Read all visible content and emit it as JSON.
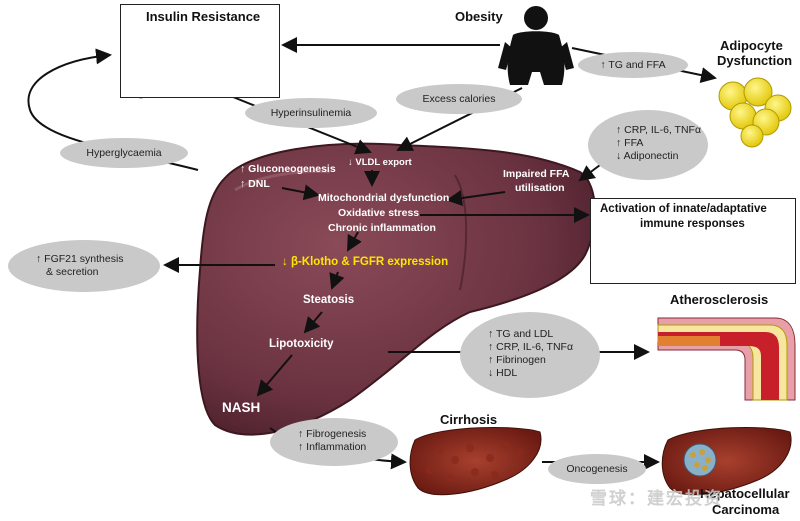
{
  "insulin_resistance": {
    "title": "Insulin Resistance"
  },
  "obesity": {
    "title": "Obesity"
  },
  "adipocyte": {
    "title_line1": "Adipocyte",
    "title_line2": "Dysfunction"
  },
  "pills": {
    "tg_ffa": "↑ TG and FFA",
    "excess_calories": "Excess calories",
    "hyperinsulinemia": "Hyperinsulinemia",
    "hyperglycaemia": "Hyperglycaemia",
    "oncogenesis": "Oncogenesis"
  },
  "adipo_oval": [
    "↑ CRP, IL-6, TNFα",
    "↑ FFA",
    "↓ Adiponectin"
  ],
  "fgf21": [
    "↑ FGF21 synthesis",
    "& secretion"
  ],
  "liver": {
    "gluconeogenesis": "↑ Gluconeogenesis",
    "dnl": "↑ DNL",
    "vldl": "↓ VLDL export",
    "impaired_ffa_1": "Impaired FFA",
    "impaired_ffa_2": "utilisation",
    "mito": "Mitochondrial dysfunction",
    "oxidative": "Oxidative stress",
    "inflammation": "Chronic inflammation",
    "klotho": "↓ β-Klotho & FGFR expression",
    "steatosis": "Steatosis",
    "lipotoxicity": "Lipotoxicity",
    "nash": "NASH"
  },
  "immune": {
    "line1": "Activation of innate/adaptative",
    "line2": "immune responses"
  },
  "athero": {
    "title": "Atherosclerosis",
    "items": [
      "↑ TG and LDL",
      "↑ CRP, IL-6, TNFα",
      "↑ Fibrinogen",
      "↓ HDL"
    ]
  },
  "cirrhosis": {
    "title": "Cirrhosis",
    "items": [
      "↑ Fibrogenesis",
      "↑ Inflammation"
    ]
  },
  "hcc": {
    "line1": "Hepatocellular",
    "line2": "Carcinoma"
  },
  "watermark": "雪球：建宏投资",
  "colors": {
    "liver": "#6e3744",
    "liver_dark": "#4a1f2a",
    "highlight": "#ffe600",
    "pill": "#c9c9c9"
  }
}
